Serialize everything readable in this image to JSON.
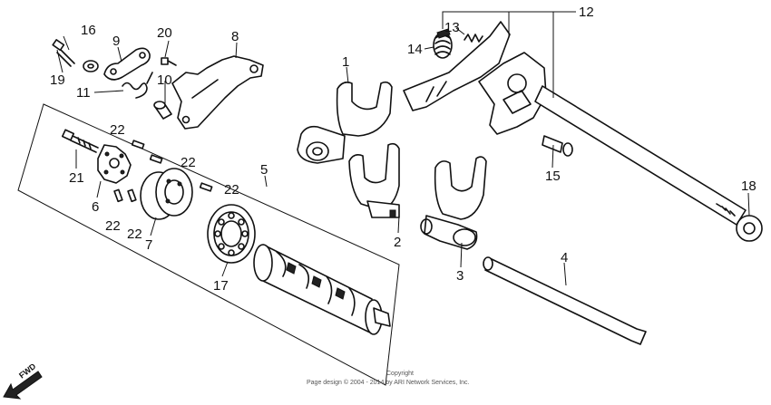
{
  "parts": [
    {
      "id": "p1",
      "number": "1"
    },
    {
      "id": "p2",
      "number": "2"
    },
    {
      "id": "p3",
      "number": "3"
    },
    {
      "id": "p4",
      "number": "4"
    },
    {
      "id": "p5",
      "number": "5"
    },
    {
      "id": "p6",
      "number": "6"
    },
    {
      "id": "p7",
      "number": "7"
    },
    {
      "id": "p8",
      "number": "8"
    },
    {
      "id": "p9",
      "number": "9"
    },
    {
      "id": "p10",
      "number": "10"
    },
    {
      "id": "p11",
      "number": "11"
    },
    {
      "id": "p12",
      "number": "12"
    },
    {
      "id": "p13",
      "number": "13"
    },
    {
      "id": "p14",
      "number": "14"
    },
    {
      "id": "p15",
      "number": "15"
    },
    {
      "id": "p16",
      "number": "16"
    },
    {
      "id": "p17",
      "number": "17"
    },
    {
      "id": "p18",
      "number": "18"
    },
    {
      "id": "p19",
      "number": "19"
    },
    {
      "id": "p20",
      "number": "20"
    },
    {
      "id": "p21",
      "number": "21"
    },
    {
      "id": "p22a",
      "number": "22"
    },
    {
      "id": "p22b",
      "number": "22"
    },
    {
      "id": "p22c",
      "number": "22"
    },
    {
      "id": "p22d",
      "number": "22"
    },
    {
      "id": "p22e",
      "number": "22"
    }
  ],
  "direction_label": "FWD",
  "copyright": {
    "line1": "Copyright",
    "line2": "Page design © 2004 - 2014 by ARI Network Services, Inc."
  }
}
